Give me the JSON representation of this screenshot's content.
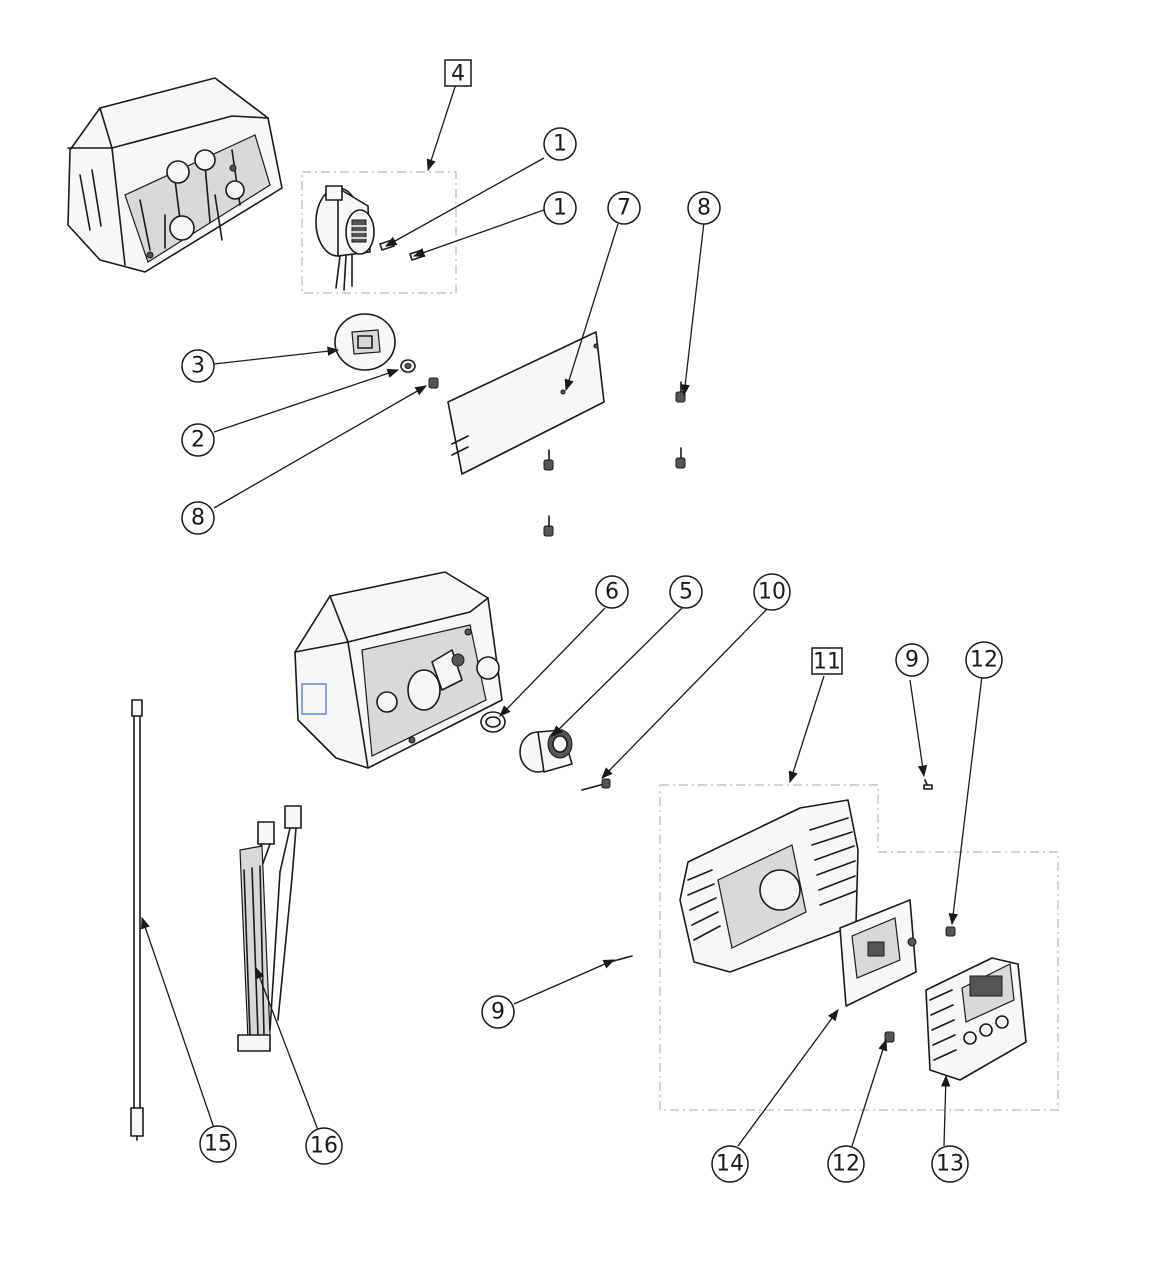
{
  "callouts": [
    {
      "label": "4",
      "style": "box"
    },
    {
      "label": "1",
      "style": "circle"
    },
    {
      "label": "1",
      "style": "circle"
    },
    {
      "label": "7",
      "style": "circle"
    },
    {
      "label": "8",
      "style": "circle"
    },
    {
      "label": "3",
      "style": "circle"
    },
    {
      "label": "2",
      "style": "circle"
    },
    {
      "label": "8",
      "style": "circle"
    },
    {
      "label": "6",
      "style": "circle"
    },
    {
      "label": "5",
      "style": "circle"
    },
    {
      "label": "10",
      "style": "circle"
    },
    {
      "label": "11",
      "style": "box"
    },
    {
      "label": "9",
      "style": "circle"
    },
    {
      "label": "12",
      "style": "circle"
    },
    {
      "label": "9",
      "style": "circle"
    },
    {
      "label": "15",
      "style": "circle"
    },
    {
      "label": "16",
      "style": "circle"
    },
    {
      "label": "14",
      "style": "circle"
    },
    {
      "label": "12",
      "style": "circle"
    },
    {
      "label": "13",
      "style": "circle"
    }
  ]
}
